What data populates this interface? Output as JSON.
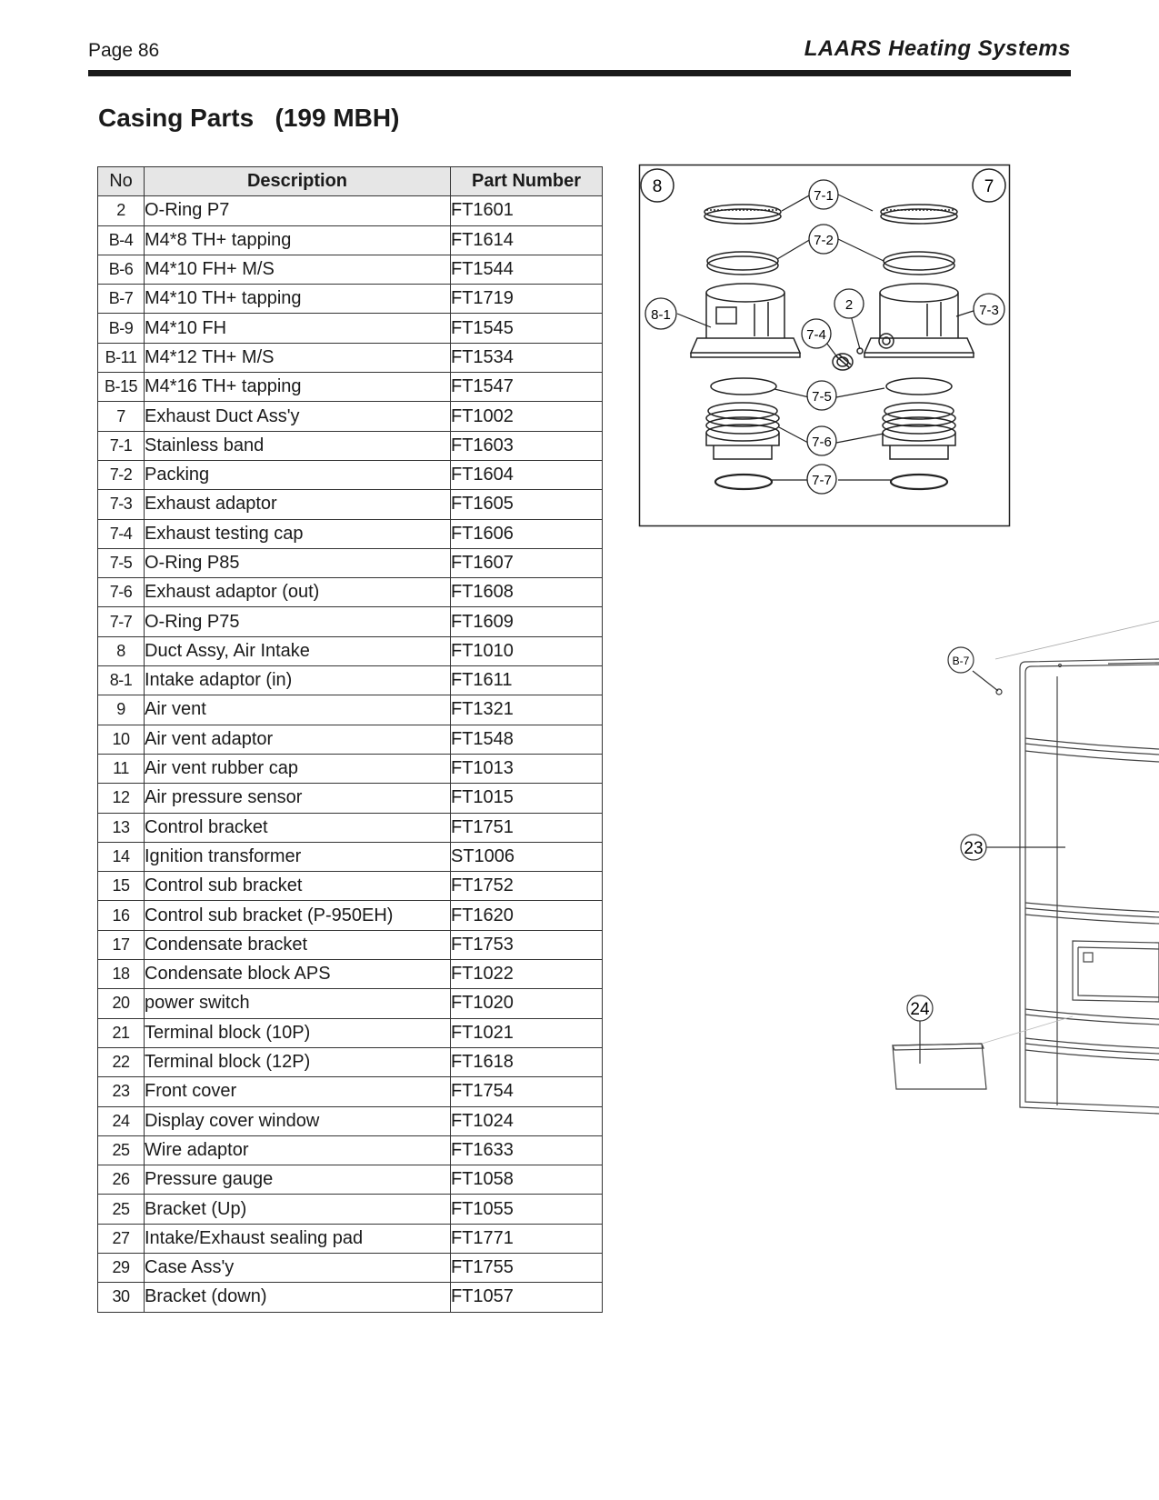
{
  "header": {
    "page": "Page 86",
    "brand": "LAARS Heating Systems"
  },
  "title": "Casing Parts   (199 MBH)",
  "table": {
    "headers": [
      "No",
      "Description",
      "Part Number"
    ],
    "rows": [
      [
        "2",
        "O-Ring P7",
        "FT1601"
      ],
      [
        "B-4",
        "M4*8 TH+ tapping",
        "FT1614"
      ],
      [
        "B-6",
        "M4*10 FH+ M/S",
        "FT1544"
      ],
      [
        "B-7",
        "M4*10 TH+ tapping",
        "FT1719"
      ],
      [
        "B-9",
        "M4*10 FH",
        "FT1545"
      ],
      [
        "B-11",
        "M4*12 TH+ M/S",
        "FT1534"
      ],
      [
        "B-15",
        "M4*16 TH+ tapping",
        "FT1547"
      ],
      [
        "7",
        "Exhaust Duct Ass'y",
        "FT1002"
      ],
      [
        "7-1",
        "Stainless band",
        "FT1603"
      ],
      [
        "7-2",
        "Packing",
        "FT1604"
      ],
      [
        "7-3",
        "Exhaust adaptor",
        "FT1605"
      ],
      [
        "7-4",
        "Exhaust testing cap",
        "FT1606"
      ],
      [
        "7-5",
        "O-Ring P85",
        "FT1607"
      ],
      [
        "7-6",
        "Exhaust adaptor (out)",
        "FT1608"
      ],
      [
        "7-7",
        "O-Ring P75",
        "FT1609"
      ],
      [
        "8",
        "Duct Assy, Air Intake",
        "FT1010"
      ],
      [
        "8-1",
        "Intake adaptor (in)",
        "FT1611"
      ],
      [
        "9",
        "Air vent",
        "FT1321"
      ],
      [
        "10",
        "Air vent adaptor",
        "FT1548"
      ],
      [
        "11",
        "Air vent rubber cap",
        "FT1013"
      ],
      [
        "12",
        "Air pressure sensor",
        "FT1015"
      ],
      [
        "13",
        "Control bracket",
        "FT1751"
      ],
      [
        "14",
        "Ignition transformer",
        "ST1006"
      ],
      [
        "15",
        "Control sub bracket",
        "FT1752"
      ],
      [
        "16",
        "Control sub bracket (P-950EH)",
        "FT1620"
      ],
      [
        "17",
        "Condensate bracket",
        "FT1753"
      ],
      [
        "18",
        "Condensate block APS",
        "FT1022"
      ],
      [
        "20",
        "power switch",
        "FT1020"
      ],
      [
        "21",
        "Terminal block (10P)",
        "FT1021"
      ],
      [
        "22",
        "Terminal block (12P)",
        "FT1618"
      ],
      [
        "23",
        "Front cover",
        "FT1754"
      ],
      [
        "24",
        "Display cover window",
        "FT1024"
      ],
      [
        "25",
        "Wire adaptor",
        "FT1633"
      ],
      [
        "26",
        "Pressure gauge",
        "FT1058"
      ],
      [
        "25",
        "Bracket (Up)",
        "FT1055"
      ],
      [
        "27",
        "Intake/Exhaust  sealing pad",
        "FT1771"
      ],
      [
        "29",
        "Case Ass'y",
        "FT1755"
      ],
      [
        "30",
        "Bracket (down)",
        "FT1057"
      ]
    ]
  },
  "diagram_exhaust": {
    "callouts": [
      "8",
      "7",
      "7-1",
      "7-2",
      "8-1",
      "2",
      "7-3",
      "7-4",
      "7-5",
      "7-6",
      "7-7"
    ]
  },
  "diagram_cover": {
    "callouts": [
      "B-7",
      "23",
      "24"
    ]
  }
}
